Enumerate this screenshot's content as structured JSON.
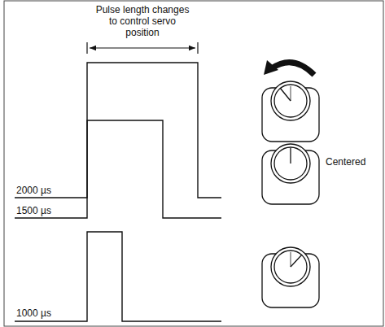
{
  "diagram": {
    "labels": [
      "Pulse length changes to control servo position",
      "2000 µs",
      "1500 µs",
      "1000 µs",
      "Centered"
    ]
  }
}
